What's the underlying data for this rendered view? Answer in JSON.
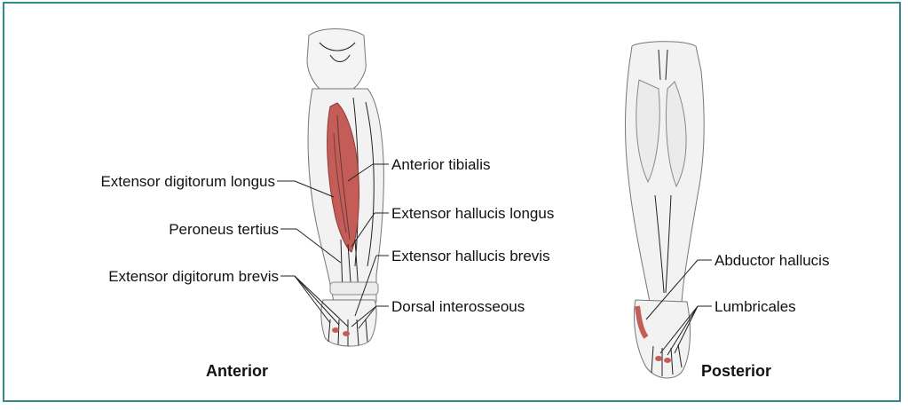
{
  "figure": {
    "border_color": "#2f8a8e",
    "muscle_color": "#c45c58",
    "views": {
      "anterior": "Anterior",
      "posterior": "Posterior"
    },
    "labels": {
      "extensor_digitorum_longus": "Extensor digitorum longus",
      "peroneus_tertius": "Peroneus tertius",
      "extensor_digitorum_brevis": "Extensor digitorum brevis",
      "anterior_tibialis": "Anterior tibialis",
      "extensor_hallucis_longus": "Extensor hallucis longus",
      "extensor_hallucis_brevis": "Extensor hallucis brevis",
      "dorsal_interosseous": "Dorsal interosseous",
      "abductor_hallucis": "Abductor hallucis",
      "lumbricales": "Lumbricales"
    }
  }
}
